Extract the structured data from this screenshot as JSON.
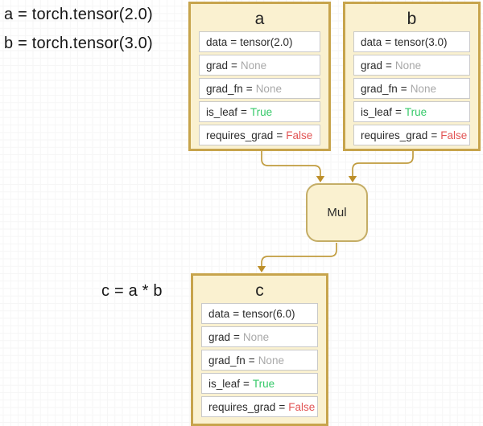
{
  "ui": {
    "equals": "="
  },
  "annotations": {
    "line_a": "a = torch.tensor(2.0)",
    "line_b": "b = torch.tensor(3.0)",
    "line_c": "c = a * b"
  },
  "op": {
    "label": "Mul"
  },
  "nodes": {
    "a": {
      "title": "a",
      "rows": [
        {
          "label": "data",
          "value": "tensor(2.0)"
        },
        {
          "label": "grad",
          "value": "None"
        },
        {
          "label": "grad_fn",
          "value": "None"
        },
        {
          "label": "is_leaf",
          "value": "True"
        },
        {
          "label": "requires_grad",
          "value": "False"
        }
      ]
    },
    "b": {
      "title": "b",
      "rows": [
        {
          "label": "data",
          "value": "tensor(3.0)"
        },
        {
          "label": "grad",
          "value": "None"
        },
        {
          "label": "grad_fn",
          "value": "None"
        },
        {
          "label": "is_leaf",
          "value": "True"
        },
        {
          "label": "requires_grad",
          "value": "False"
        }
      ]
    },
    "c": {
      "title": "c",
      "rows": [
        {
          "label": "data",
          "value": "tensor(6.0)"
        },
        {
          "label": "grad",
          "value": "None"
        },
        {
          "label": "grad_fn",
          "value": "None"
        },
        {
          "label": "is_leaf",
          "value": "True"
        },
        {
          "label": "requires_grad",
          "value": "False"
        }
      ]
    }
  },
  "colors": {
    "node_fill": "#faf1d0",
    "node_border": "#c7a44c",
    "op_border": "#c4ad66",
    "row_fill": "#ffffff",
    "row_border": "#c9c9c9",
    "arrow_stroke": "#c19c3e",
    "arrow_head": "#bd8f2a",
    "text_dark": "#2b2b2b",
    "value_none": "#a8a8a8",
    "value_true": "#35c968",
    "value_false": "#e25555"
  }
}
